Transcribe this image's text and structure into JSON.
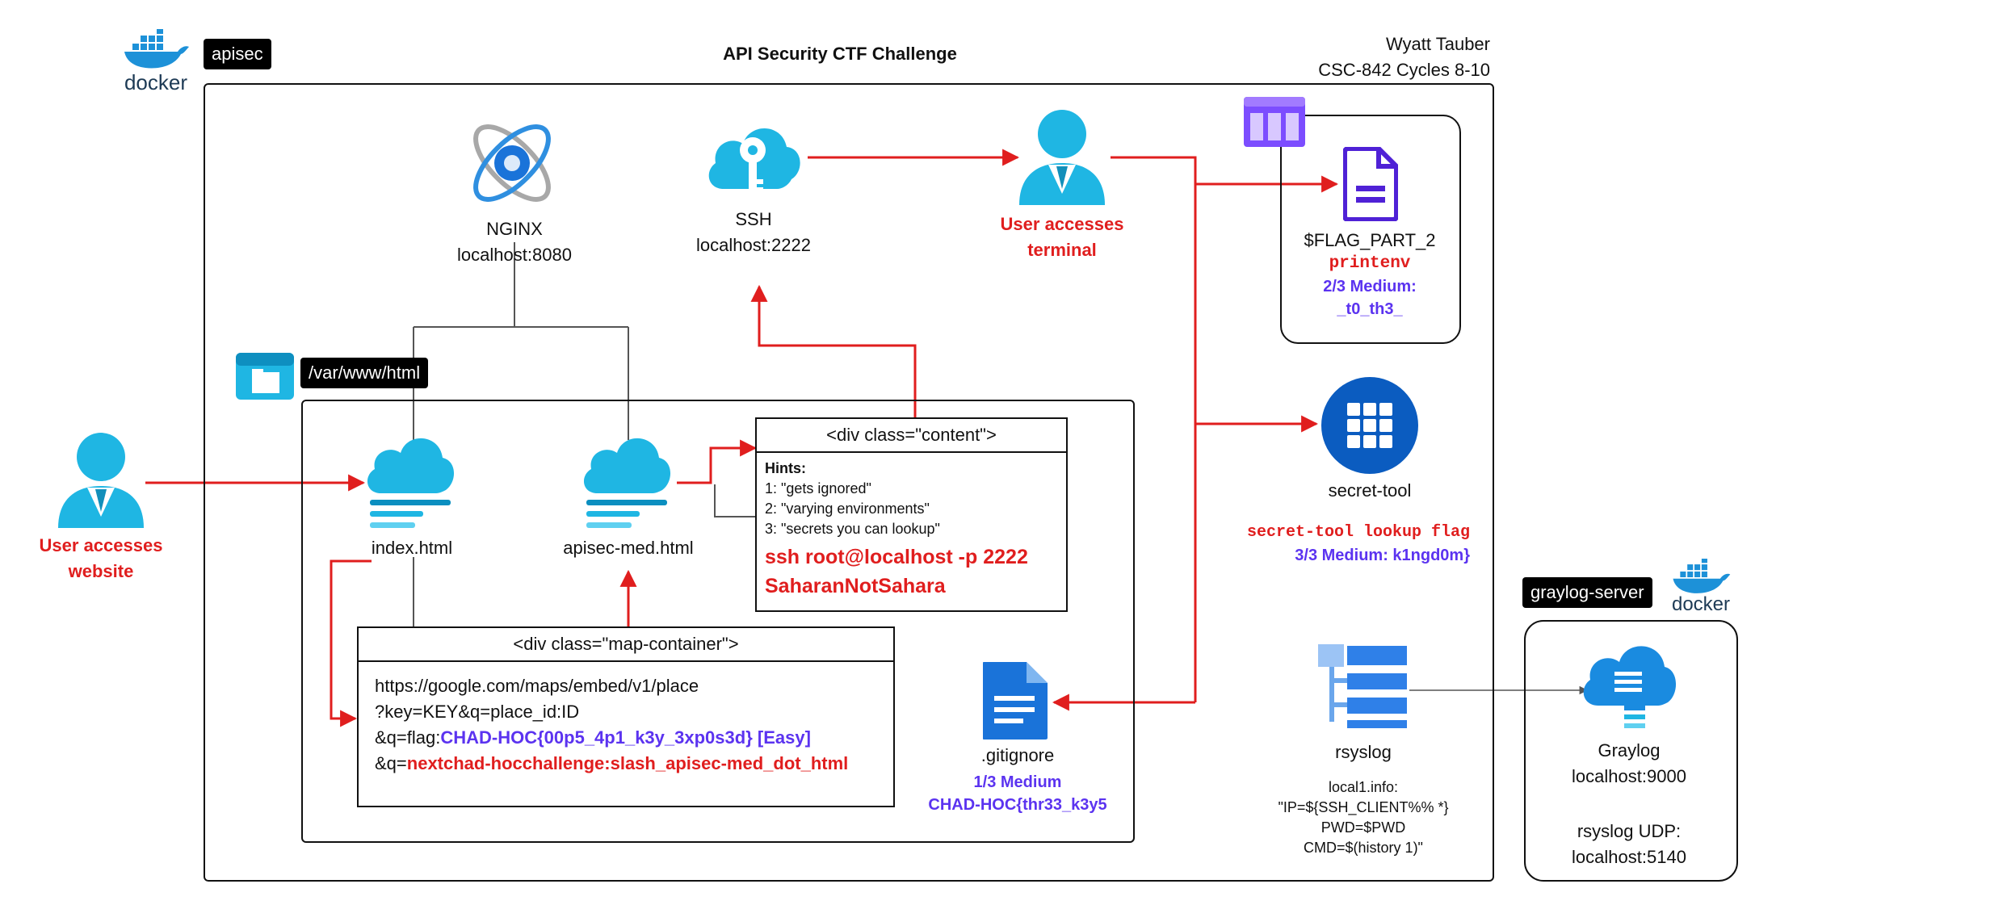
{
  "title": "API Security CTF Challenge",
  "author": "Wyatt Tauber",
  "course": "CSC-842 Cycles 8-10",
  "containers": {
    "apisec_tag": "apisec",
    "graylog_tag": "graylog-server",
    "docker_label": "docker",
    "webroot_tag": "/var/www/html"
  },
  "nginx": {
    "name": "NGINX",
    "address": "localhost:8080"
  },
  "ssh": {
    "name": "SSH",
    "address": "localhost:2222"
  },
  "terminal_user": {
    "line1": "User accesses",
    "line2": "terminal"
  },
  "website_user": {
    "line1": "User accesses",
    "line2": "website"
  },
  "flag2": {
    "name": "$FLAG_PART_2",
    "command": "printenv",
    "level": "2/3 Medium:",
    "value": "_t0_th3_"
  },
  "secret_tool": {
    "name": "secret-tool",
    "command": "secret-tool lookup flag",
    "level": "3/3 Medium: k1ngd0m}"
  },
  "index_file": "index.html",
  "apisec_file": "apisec-med.html",
  "content_box": {
    "header": "<div class=\"content\">",
    "hints_title": "Hints:",
    "hints": [
      "1: \"gets ignored\"",
      "2: \"varying environments\"",
      "3: \"secrets you can lookup\""
    ],
    "ssh_cmd": "ssh root@localhost -p 2222",
    "password": "SaharanNotSahara"
  },
  "map_box": {
    "header": "<div class=\"map-container\">",
    "line1": "https://google.com/maps/embed/v1/place",
    "line2": "?key=KEY&q=place_id:ID",
    "line3_prefix": "&q=flag:",
    "line3_flag": "CHAD-HOC{00p5_4p1_k3y_3xp0s3d} [Easy]",
    "line4_prefix": "&q=",
    "line4_value": "nextchad-hocchallenge:slash_apisec-med_dot_html"
  },
  "gitignore": {
    "name": ".gitignore",
    "level": "1/3 Medium",
    "value": "CHAD-HOC{thr33_k3y5"
  },
  "rsyslog": {
    "name": "rsyslog",
    "config": [
      "local1.info:",
      "\"IP=${SSH_CLIENT%% *}",
      "PWD=$PWD",
      "CMD=$(history 1)\""
    ]
  },
  "graylog": {
    "name": "Graylog",
    "address": "localhost:9000",
    "udp_label": "rsyslog UDP:",
    "udp_address": "localhost:5140"
  },
  "colors": {
    "red": "#e01e1e",
    "purple": "#5b33f0",
    "cyan": "#1fb6e3",
    "blue": "#1a73d9"
  }
}
